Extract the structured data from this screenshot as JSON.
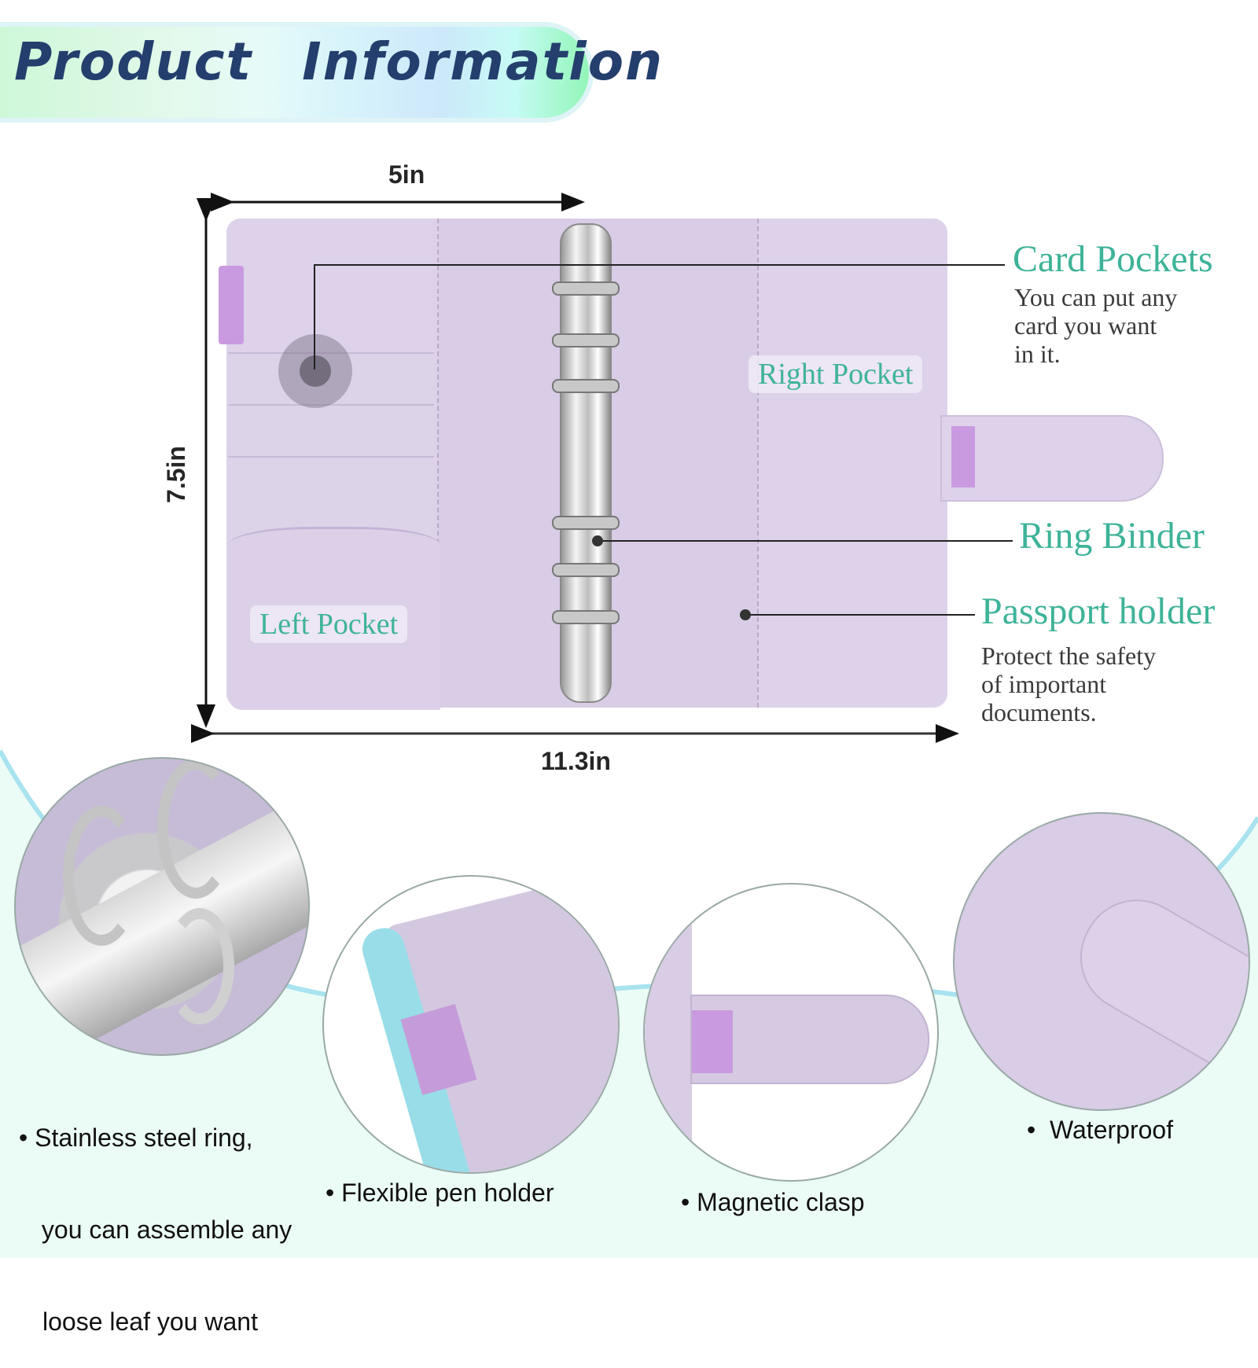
{
  "header": {
    "title": "Product Information"
  },
  "dimensions": {
    "width": "5in",
    "height": "7.5in",
    "total_width": "11.3in"
  },
  "pocket_labels": {
    "left": "Left Pocket",
    "right": "Right Pocket"
  },
  "callouts": [
    {
      "title": "Card Pockets",
      "desc": [
        "You can put any",
        "card you want",
        "in it."
      ]
    },
    {
      "title": "Ring Binder",
      "desc": []
    },
    {
      "title": "Passport holder",
      "desc": [
        "Protect the safety",
        "of important",
        "documents."
      ]
    }
  ],
  "features": [
    {
      "lines": [
        "• Stainless steel ring,",
        " you can assemble any",
        "loose leaf you want"
      ]
    },
    {
      "lines": [
        "• Flexible pen holder"
      ]
    },
    {
      "lines": [
        "• Magnetic clasp"
      ]
    },
    {
      "lines": [
        "•  Waterproof"
      ]
    }
  ],
  "colors": {
    "accent": "#3eb398",
    "title": "#243f6d",
    "leather": "#dcd0e8",
    "elastic": "#c99ae0",
    "wave": "#a8e3ef",
    "bg_bottom": "#ebfcf6"
  }
}
